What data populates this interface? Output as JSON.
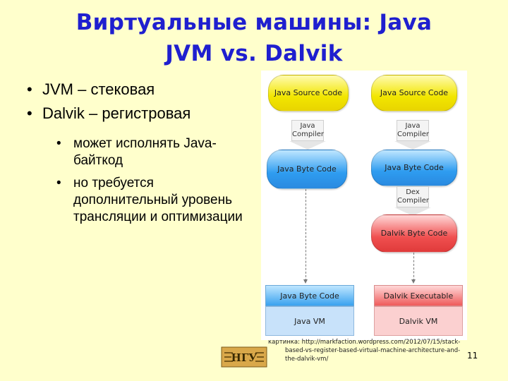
{
  "title": {
    "line1": "Виртуальные машины: Java",
    "line2": "JVM vs. Dalvik"
  },
  "bullets": [
    "JVM – стековая",
    "Dalvik – регистровая"
  ],
  "sub_bullets": [
    "может исполнять Java-байткод",
    "но требуется дополнительный уровень трансляции и оптимизации"
  ],
  "diagram": {
    "left": {
      "source": "Java Source Code",
      "compiler": "Java Compiler",
      "bytecode": "Java Byte Code",
      "top_box": "Java Byte Code",
      "bottom_box": "Java VM"
    },
    "right": {
      "source": "Java Source Code",
      "compiler": "Java Compiler",
      "bytecode": "Java Byte Code",
      "dex": "Dex Compiler",
      "dalvik_bytecode": "Dalvik Byte Code",
      "top_box": "Dalvik Executable",
      "bottom_box": "Dalvik VM"
    }
  },
  "caption": {
    "line1": "картинка: http://markfaction.wordpress.com/2012/07/15/stack-",
    "line2": "based-vs-register-based-virtual-machine-architecture-and-",
    "line3": "the-dalvik-vm/"
  },
  "logo_text": "НГУ",
  "page_number": "11"
}
